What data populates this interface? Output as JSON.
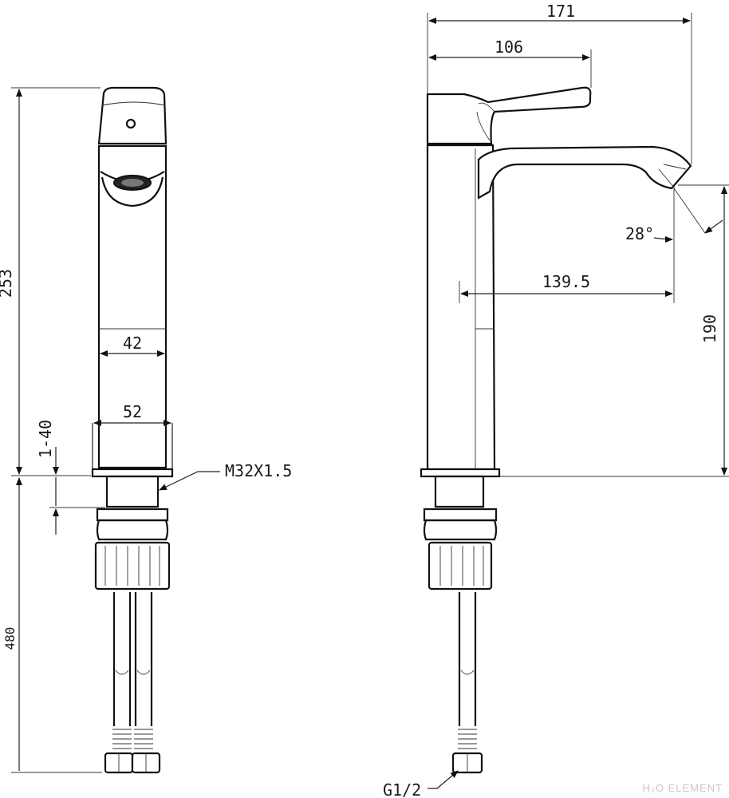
{
  "dimensions": {
    "total_length": "171",
    "handle_length": "106",
    "spout_reach": "139.5",
    "spout_angle": "28°",
    "spout_height": "190",
    "overall_height": "253",
    "body_width": "42",
    "base_width": "52",
    "counter_thickness": "1-40",
    "mount_thread": "M32X1.5",
    "hose_length": "480",
    "hose_thread": "G1/2"
  },
  "watermark": "H₂O ELEMENT",
  "colors": {
    "line": "#111111",
    "background": "#ffffff",
    "watermark": "#c8c8c8"
  }
}
